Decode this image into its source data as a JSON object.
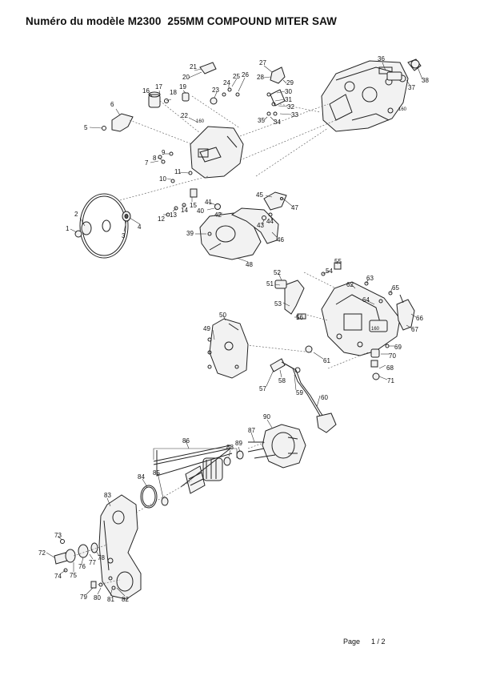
{
  "header": {
    "model_label": "Numéro du modèle M2300",
    "product_name": "255MM COMPOUND MITER SAW"
  },
  "footer": {
    "page_label": "Page",
    "page_number": "1 / 2"
  },
  "diagram": {
    "part_numbers": [
      "1",
      "2",
      "3",
      "4",
      "5",
      "6",
      "7",
      "8",
      "9",
      "10",
      "11",
      "12",
      "13",
      "14",
      "15",
      "16",
      "17",
      "18",
      "19",
      "20",
      "21",
      "22",
      "23",
      "24",
      "25",
      "26",
      "27",
      "28",
      "29",
      "30",
      "31",
      "32",
      "33",
      "34",
      "35",
      "36",
      "37",
      "38",
      "39",
      "40",
      "41",
      "42",
      "43",
      "44",
      "45",
      "46",
      "47",
      "48",
      "49",
      "50",
      "51",
      "52",
      "53",
      "54",
      "55",
      "56",
      "57",
      "58",
      "59",
      "60",
      "61",
      "62",
      "63",
      "64",
      "65",
      "66",
      "67",
      "68",
      "69",
      "70",
      "71",
      "72",
      "73",
      "74",
      "75",
      "76",
      "77",
      "78",
      "79",
      "80",
      "81",
      "82",
      "83",
      "84",
      "85",
      "86",
      "87",
      "88",
      "89",
      "90"
    ],
    "inline_labels": [
      "160",
      "160",
      "160"
    ]
  }
}
